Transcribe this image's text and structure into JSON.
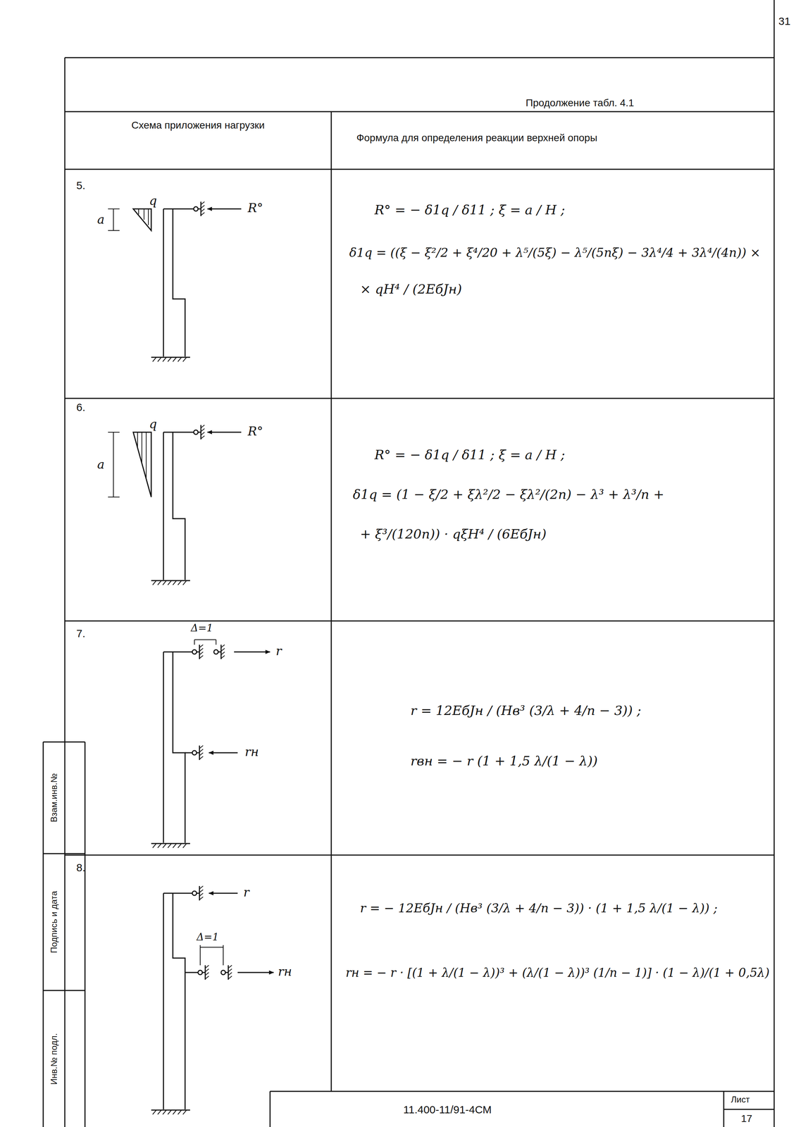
{
  "diagram": {
    "labels": [
      "31",
      "Продолжение табл. 4.1",
      "Схема приложения нагрузки",
      "Формула для определения реакции верхней опоры",
      "5.",
      "q",
      "a",
      "R°",
      "R° = − δ1q / δ11 ;     ξ = a / H ;",
      "δ1q = ((ξ − ξ²/2 + ξ⁴/20 + λ⁵/(5ξ) − λ⁵/(5nξ) − 3λ⁴/4 + 3λ⁴/(4n)) ×",
      "× qH⁴ / (2EбJн)",
      "6.",
      "q",
      "a",
      "R°",
      "R° = − δ1q / δ11 ;     ξ = a / H ;",
      "δ1q = (1 − ξ/2 + ξλ²/2 − ξλ²/(2n) − λ³ + λ³/n +",
      "+ ξ³/(120n)) · qξH⁴ / (6EбJн)",
      "7.",
      "Δ=1",
      "r",
      "rн",
      "r = 12EбJн / (Hв³ (3/λ + 4/n − 3)) ;",
      "rвн = − r (1 + 1,5 λ/(1 − λ))",
      "8.",
      "r",
      "Δ=1",
      "rн",
      "r = − 12EбJн / (Hв³ (3/λ + 4/n − 3)) · (1 + 1,5 λ/(1 − λ)) ;",
      "rн = − r · [(1 + λ/(1 − λ))³ + (λ/(1 − λ))³ (1/n − 1)] · (1 − λ)/(1 + 0,5λ)",
      "11.400-11/91-4СМ",
      "Лист",
      "17",
      "Взам.инв.№",
      "Подпись и дата",
      "Инв.№ подл."
    ]
  }
}
